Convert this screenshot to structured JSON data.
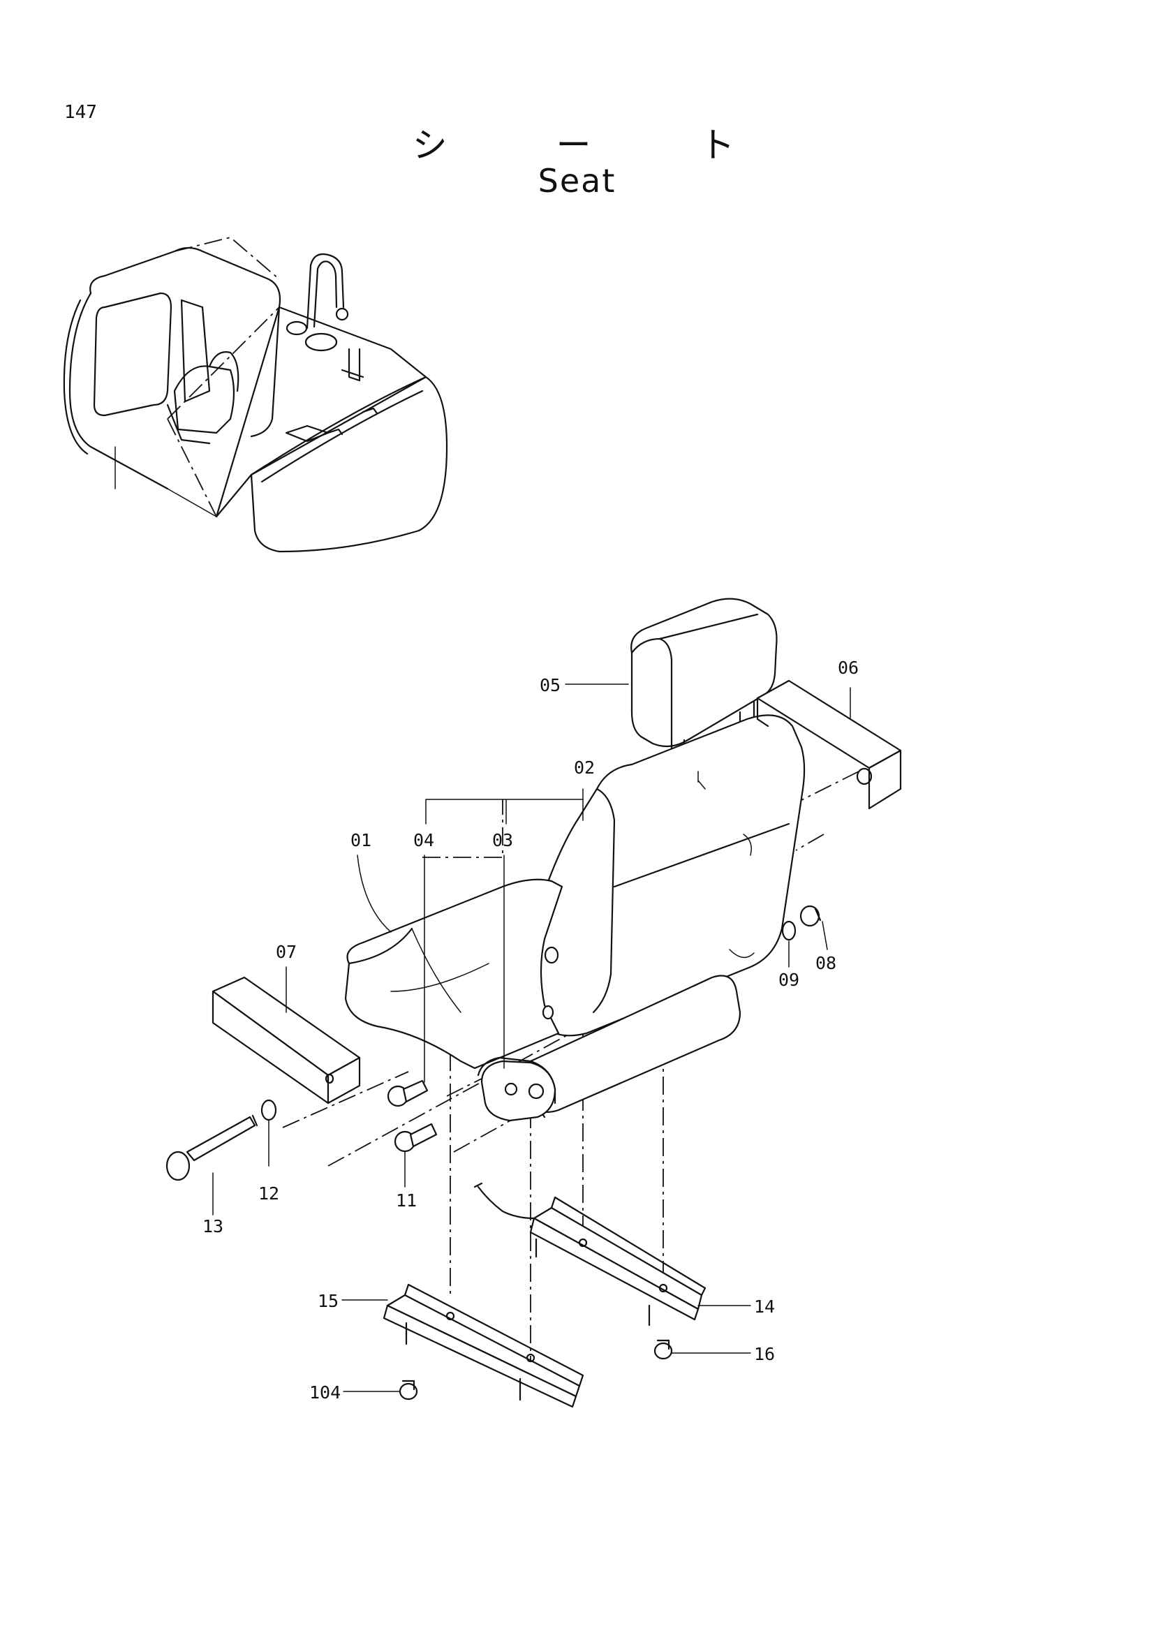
{
  "page": {
    "number": "147"
  },
  "title": {
    "japanese": "シ ー ト",
    "english": "Seat"
  },
  "callouts": [
    {
      "id": "c01",
      "label": "01"
    },
    {
      "id": "c02",
      "label": "02"
    },
    {
      "id": "c03",
      "label": "03"
    },
    {
      "id": "c04",
      "label": "04"
    },
    {
      "id": "c05",
      "label": "05"
    },
    {
      "id": "c06",
      "label": "06"
    },
    {
      "id": "c07",
      "label": "07"
    },
    {
      "id": "c08",
      "label": "08"
    },
    {
      "id": "c09",
      "label": "09"
    },
    {
      "id": "c11",
      "label": "11"
    },
    {
      "id": "c12",
      "label": "12"
    },
    {
      "id": "c13",
      "label": "13"
    },
    {
      "id": "c14",
      "label": "14"
    },
    {
      "id": "c15",
      "label": "15"
    },
    {
      "id": "c16",
      "label": "16"
    },
    {
      "id": "c104",
      "label": "104"
    }
  ]
}
